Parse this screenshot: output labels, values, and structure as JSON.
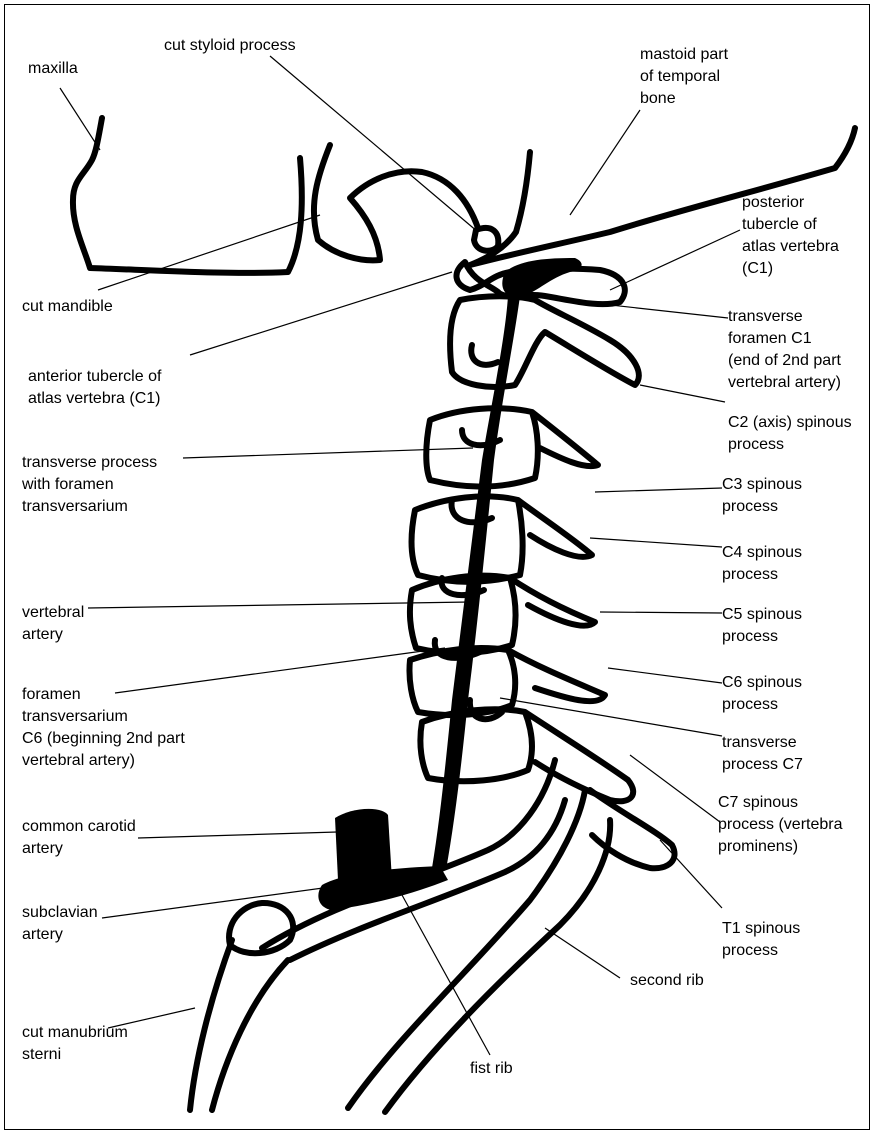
{
  "labels": {
    "maxilla": "maxilla",
    "cut_styloid_process": "cut styloid process",
    "mastoid_part": "mastoid part\nof temporal\nbone",
    "posterior_tubercle": "posterior\ntubercle of\natlas vertebra\n(C1)",
    "cut_mandible": "cut mandible",
    "transverse_foramen_c1": "transverse\nforamen C1\n(end of 2nd part\nvertebral artery)",
    "anterior_tubercle": "anterior tubercle of\natlas vertebra (C1)",
    "c2_spinous": "C2 (axis) spinous\nprocess",
    "transverse_process_foramen": "transverse process\nwith foramen\ntransversarium",
    "c3_spinous": "C3 spinous\nprocess",
    "c4_spinous": "C4 spinous\nprocess",
    "vertebral_artery": "vertebral\nartery",
    "c5_spinous": "C5 spinous\nprocess",
    "c6_spinous": "C6 spinous\nprocess",
    "foramen_c6": "foramen\ntransversarium\nC6 (beginning 2nd part\nvertebral artery)",
    "transverse_process_c7": "transverse\nprocess C7",
    "c7_spinous": "C7 spinous\nprocess (vertebra\nprominens)",
    "common_carotid": "common carotid\nartery",
    "subclavian": "subclavian\nartery",
    "t1_spinous": "T1 spinous\nprocess",
    "second_rib": "second rib",
    "cut_manubrium": "cut manubrium\nsterni",
    "first_rib": "fist rib"
  },
  "colors": {
    "ink": "#000000",
    "background": "#ffffff"
  }
}
